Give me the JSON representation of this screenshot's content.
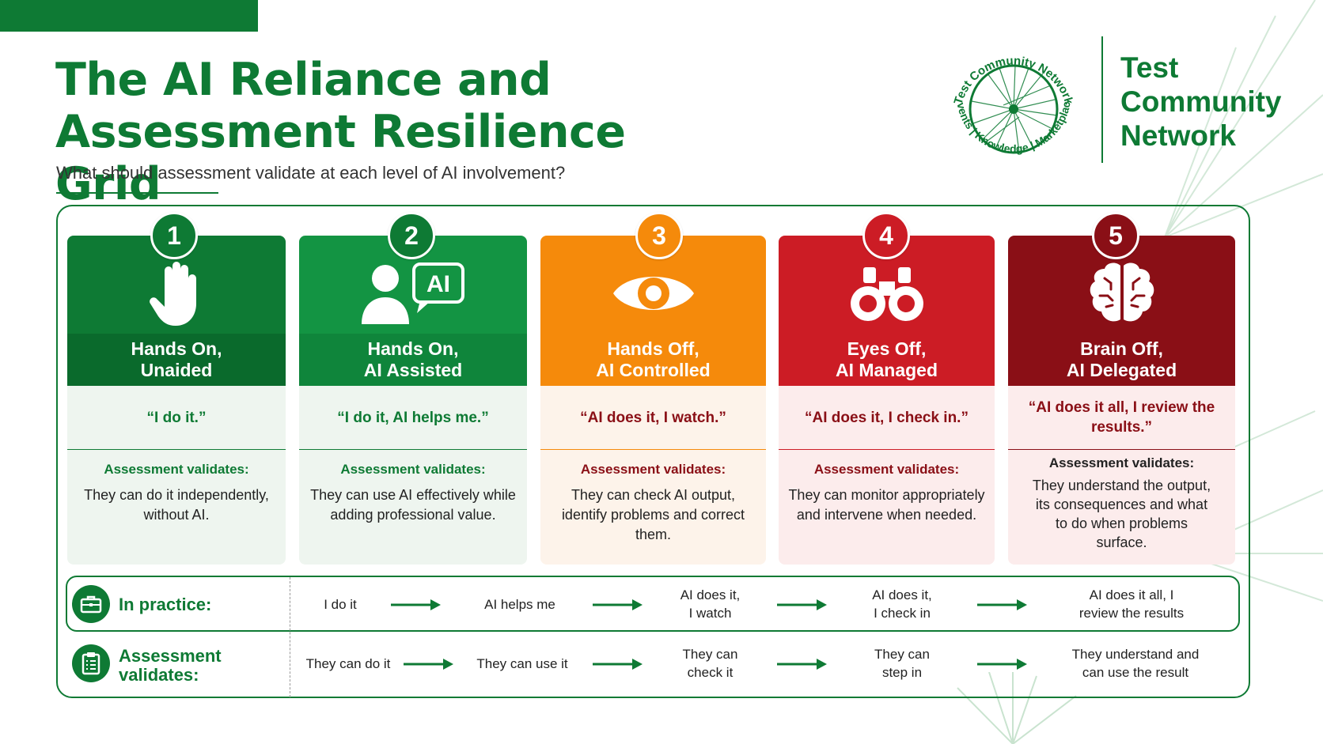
{
  "header": {
    "title_line1": "The AI Reliance and",
    "title_line2": "Assessment Resilience Grid",
    "subtitle": "What should assessment validate at each level of AI involvement?"
  },
  "logo": {
    "ring_text_top": "Test Community Network",
    "ring_text_bottom": "Events | Knowledge | Marketplace",
    "name_line1": "Test",
    "name_line2": "Community",
    "name_line3": "Network"
  },
  "colors": {
    "brand_green": "#0e7a34",
    "level1": "#0e7a34",
    "level2": "#139443",
    "level3": "#f58a0b",
    "level4": "#cc1c25",
    "level5": "#8a0f16"
  },
  "levels": [
    {
      "number": "1",
      "icon": "hand-icon",
      "label_line1": "Hands On,",
      "label_line2": "Unaided",
      "quote": "“I do it.”",
      "validates_heading": "Assessment validates:",
      "validates_text": "They can do it independently, without AI."
    },
    {
      "number": "2",
      "icon": "person-ai-chat-icon",
      "icon_text": "AI",
      "label_line1": "Hands On,",
      "label_line2": "AI Assisted",
      "quote": "“I do it, AI helps me.”",
      "validates_heading": "Assessment validates:",
      "validates_text": "They can use AI effectively while adding professional value."
    },
    {
      "number": "3",
      "icon": "eye-icon",
      "label_line1": "Hands Off,",
      "label_line2": "AI Controlled",
      "quote": "“AI does it, I watch.”",
      "validates_heading": "Assessment validates:",
      "validates_text": "They can check AI output, identify problems and correct them."
    },
    {
      "number": "4",
      "icon": "binoculars-icon",
      "label_line1": "Eyes Off,",
      "label_line2": "AI Managed",
      "quote": "“AI does it, I check in.”",
      "validates_heading": "Assessment validates:",
      "validates_text": "They can monitor appropriately and intervene when needed."
    },
    {
      "number": "5",
      "icon": "brain-icon",
      "label_line1": "Brain Off,",
      "label_line2": "AI Delegated",
      "quote": "“AI does it all, I review the results.”",
      "validates_heading": "Assessment validates:",
      "validates_text": "They understand the output, its consequences and what to do when problems surface."
    }
  ],
  "practice_row": {
    "icon": "briefcase-icon",
    "title": "In practice:",
    "cells": [
      "I do it",
      "AI helps me",
      "AI does it,\nI watch",
      "AI does it,\nI check in",
      "AI does it all, I\nreview the results"
    ]
  },
  "validates_row": {
    "icon": "clipboard-checklist-icon",
    "title_line1": "Assessment",
    "title_line2": "validates:",
    "cells": [
      "They can do it",
      "They can use it",
      "They can\ncheck it",
      "They can\nstep in",
      "They understand and\ncan use the result"
    ]
  }
}
